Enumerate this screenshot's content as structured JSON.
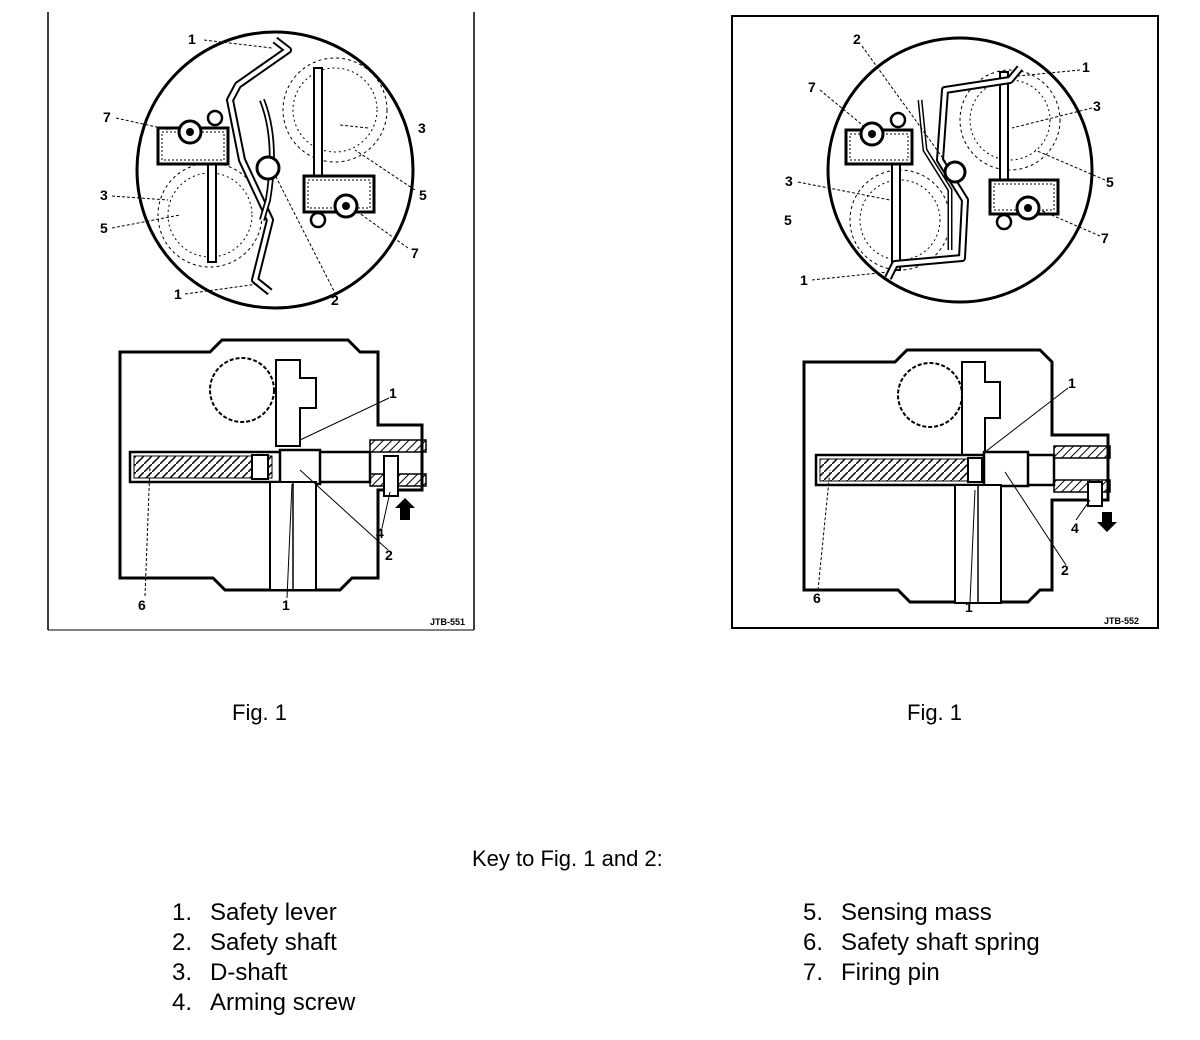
{
  "figures": [
    {
      "caption": "Fig. 1",
      "ref": "JTB-551",
      "top_labels": [
        "1",
        "7",
        "3",
        "5",
        "1",
        "2",
        "3",
        "5",
        "7"
      ],
      "bottom_labels": [
        "1",
        "4",
        "2",
        "6",
        "1"
      ]
    },
    {
      "caption": "Fig. 1",
      "ref": "JTB-552",
      "top_labels": [
        "2",
        "1",
        "7",
        "3",
        "3",
        "5",
        "5",
        "7",
        "1"
      ],
      "bottom_labels": [
        "1",
        "4",
        "2",
        "6",
        "1"
      ]
    }
  ],
  "key": {
    "title": "Key to Fig. 1 and 2:",
    "left": [
      {
        "num": "1.",
        "label": "Safety lever"
      },
      {
        "num": "2.",
        "label": "Safety shaft"
      },
      {
        "num": "3.",
        "label": "D-shaft"
      },
      {
        "num": "4.",
        "label": "Arming screw"
      }
    ],
    "right": [
      {
        "num": "5.",
        "label": "Sensing mass"
      },
      {
        "num": "6.",
        "label": "Safety shaft spring"
      },
      {
        "num": "7.",
        "label": "Firing pin"
      }
    ]
  }
}
